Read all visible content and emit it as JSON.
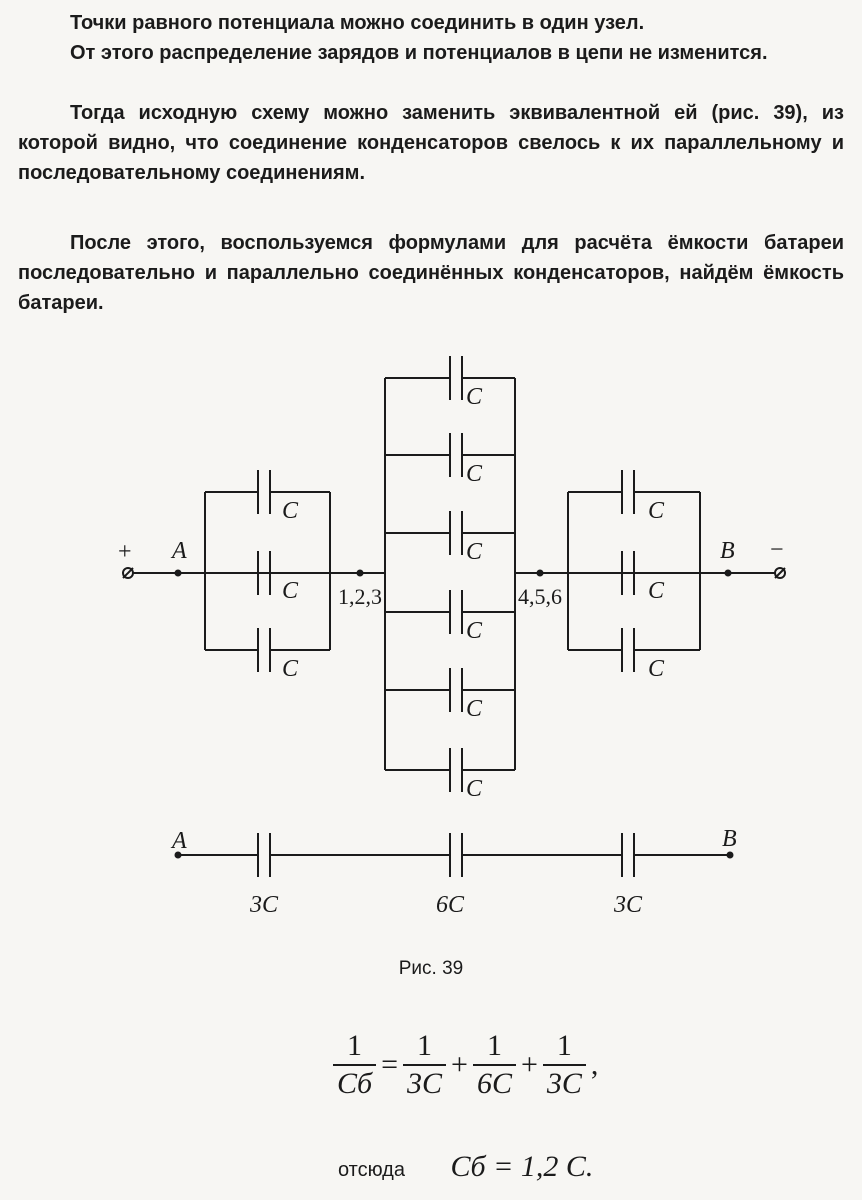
{
  "text": {
    "p1": "Точки равного потенциала можно соединить в один узел.",
    "p2": "От этого распределение зарядов и потенциалов в цепи не изменится.",
    "p3": "Тогда исходную схему можно заменить эквивалентной ей (рис. 39), из которой видно, что соединение конденсаторов свелось к их параллельному и последовательному соединениям.",
    "p4": "После этого, воспользуемся формулами для расчёта ёмкости батареи последовательно и параллельно соединённых конденсаторов, найдём ёмкость батареи."
  },
  "figure": {
    "plus": "+",
    "minus": "−",
    "node_a": "A",
    "node_b": "B",
    "node_123": "1,2,3",
    "node_456": "4,5,6",
    "cap": "C",
    "eq_3c": "3C",
    "eq_6c": "6C",
    "caption": "Рис. 39"
  },
  "formula": {
    "one": "1",
    "lhs_den": "Cб",
    "eq": "=",
    "plus": "+",
    "d1": "3C",
    "d2": "6C",
    "d3": "3C",
    "comma": ",",
    "result_prefix": "отсюда",
    "result_value": "Cб = 1,2 C."
  }
}
